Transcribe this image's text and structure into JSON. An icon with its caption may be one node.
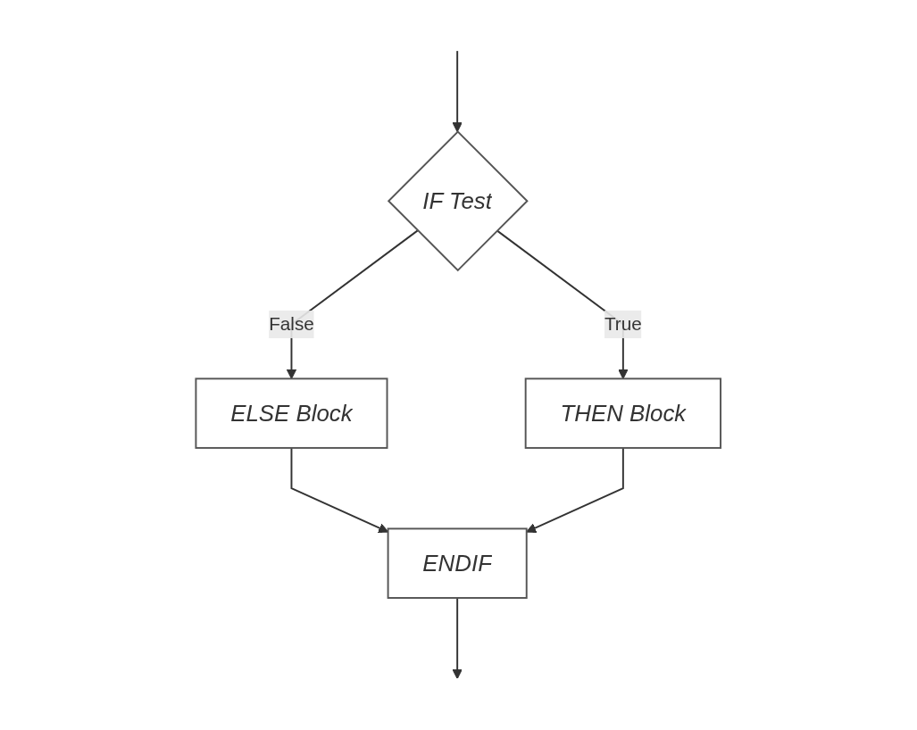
{
  "diagram": {
    "nodes": [
      {
        "text": [
          "IF Test"
        ]
      },
      {
        "text": [
          "ELSE Block"
        ]
      },
      {
        "text": [
          "THEN Block"
        ]
      },
      {
        "text": [
          "ENDIF"
        ]
      }
    ],
    "edges": [
      {
        "from": null,
        "to": 0,
        "arrow": "to"
      },
      {
        "from": 0,
        "to": 1,
        "label": "False",
        "arrow": "to"
      },
      {
        "from": 0,
        "to": 2,
        "label": "True",
        "arrow": "to"
      },
      {
        "from": 1,
        "to": 3,
        "arrow": "to"
      },
      {
        "from": 2,
        "to": 3,
        "arrow": "to"
      },
      {
        "from": 3,
        "to": null,
        "arrow": "to"
      }
    ]
  }
}
